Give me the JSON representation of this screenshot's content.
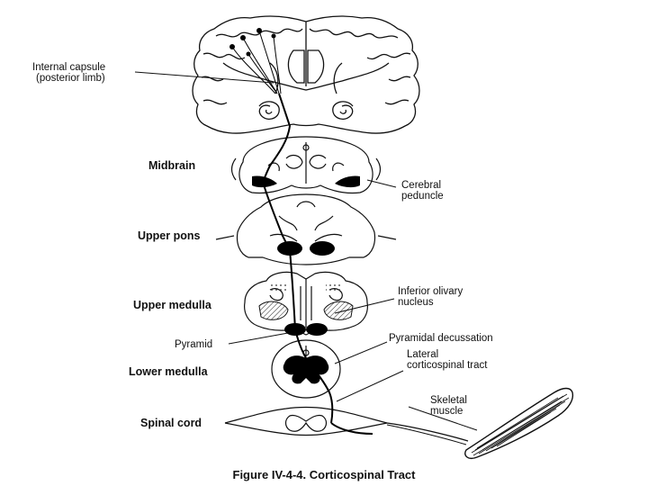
{
  "labels": {
    "internal_capsule_line1": "Internal capsule",
    "internal_capsule_line2": "(posterior limb)",
    "midbrain": "Midbrain",
    "cerebral_peduncle_line1": "Cerebral",
    "cerebral_peduncle_line2": "peduncle",
    "upper_pons": "Upper pons",
    "upper_medulla": "Upper medulla",
    "inferior_olivary_line1": "Inferior olivary",
    "inferior_olivary_line2": "nucleus",
    "pyramid": "Pyramid",
    "pyramidal_decussation": "Pyramidal decussation",
    "lower_medulla": "Lower medulla",
    "lateral_cst_line1": "Lateral",
    "lateral_cst_line2": "corticospinal tract",
    "spinal_cord": "Spinal cord",
    "skeletal_muscle_line1": "Skeletal",
    "skeletal_muscle_line2": "muscle"
  },
  "caption": "Figure IV-4-4. Corticospinal Tract",
  "colors": {
    "ink": "#111111",
    "background": "#ffffff",
    "pathway": "#000000"
  }
}
